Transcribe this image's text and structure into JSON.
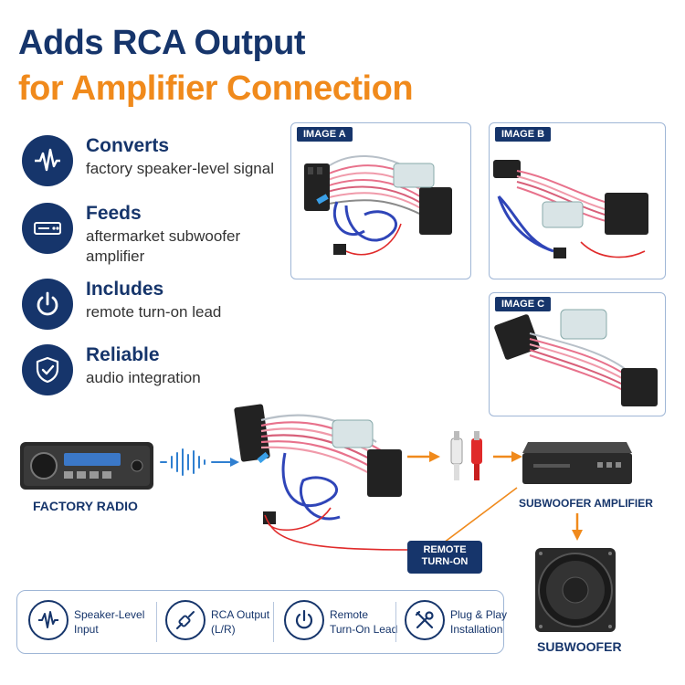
{
  "title": {
    "line1": "Adds RCA Output",
    "line2": "for Amplifier Connection"
  },
  "features": [
    {
      "icon": "waveform-icon",
      "heading": "Converts",
      "text": "factory speaker-level signal"
    },
    {
      "icon": "amplifier-icon",
      "heading": "Feeds",
      "text": "aftermarket subwoofer amplifier"
    },
    {
      "icon": "power-icon",
      "heading": "Includes",
      "text": "remote turn-on lead"
    },
    {
      "icon": "shield-check-icon",
      "heading": "Reliable",
      "text": "audio integration"
    }
  ],
  "panels": {
    "a": "IMAGE A",
    "b": "IMAGE B",
    "c": "IMAGE C"
  },
  "diagram": {
    "factory_radio": "FACTORY RADIO",
    "subwoofer_amplifier": "SUBWOOFER AMPLIFIER",
    "subwoofer": "SUBWOOFER",
    "remote_line1": "REMOTE",
    "remote_line2": "TURN-ON"
  },
  "bottom_bar": [
    {
      "icon": "waveform-icon",
      "line1": "Speaker-Level",
      "line2": "Input"
    },
    {
      "icon": "rca-plug-icon",
      "line1": "RCA Output",
      "line2": "(L/R)"
    },
    {
      "icon": "power-icon",
      "line1": "Remote",
      "line2": "Turn-On Lead"
    },
    {
      "icon": "tools-icon",
      "line1": "Plug & Play",
      "line2": "Installation"
    }
  ],
  "colors": {
    "navy": "#16356b",
    "orange": "#f08a1c",
    "wire_pink": "#e8728c",
    "wire_blue": "#2f45b8",
    "wire_red": "#e02a2a"
  }
}
